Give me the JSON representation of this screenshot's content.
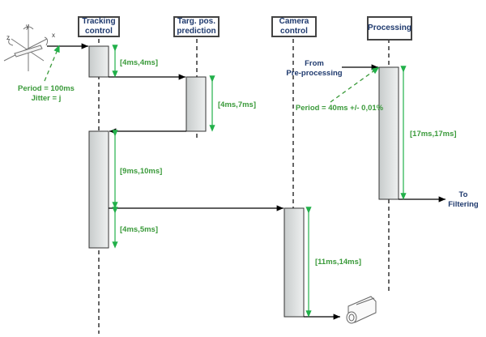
{
  "lifelines": [
    {
      "id": "tracking",
      "label": "Tracking\ncontrol"
    },
    {
      "id": "targ",
      "label": "Targ. pos.\nprediction"
    },
    {
      "id": "camera",
      "label": "Camera\ncontrol"
    },
    {
      "id": "processing",
      "label": "Processing"
    }
  ],
  "durations": [
    {
      "label": "[4ms,4ms]"
    },
    {
      "label": "[4ms,7ms]"
    },
    {
      "label": "[9ms,10ms]"
    },
    {
      "label": "[4ms,5ms]"
    },
    {
      "label": "[11ms,14ms]"
    },
    {
      "label": "[17ms,17ms]"
    }
  ],
  "annotations": {
    "period_tracking": "Period = 100ms\nJitter = j",
    "period_processing": "Period = 40ms +/- 0,01%",
    "from_preprocessing": "From\nPre-processing",
    "to_filtering": "To\nFiltering"
  },
  "icons": {
    "aircraft": "aircraft-axes-icon",
    "camera": "camera-icon"
  },
  "colors": {
    "header_text": "#1f3a6e",
    "timing_green": "#3a9a3a",
    "arrow_green": "#22b04a"
  }
}
